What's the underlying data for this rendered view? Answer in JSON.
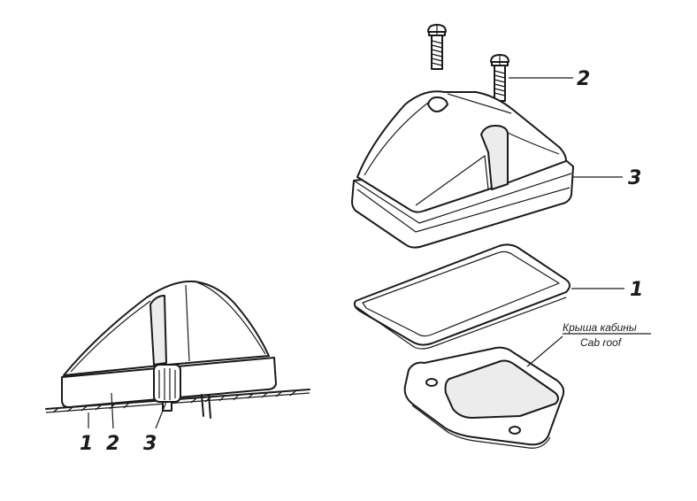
{
  "callouts": {
    "exploded": {
      "screw": "2",
      "cover": "3",
      "gasket": "1"
    },
    "assembled": {
      "gasket": "1",
      "base": "2",
      "cover": "3"
    }
  },
  "roof_label": {
    "ru": "Крыша кабины",
    "en": "Cab roof"
  },
  "colors": {
    "ink": "#1a1a1a",
    "paper": "#ffffff"
  }
}
